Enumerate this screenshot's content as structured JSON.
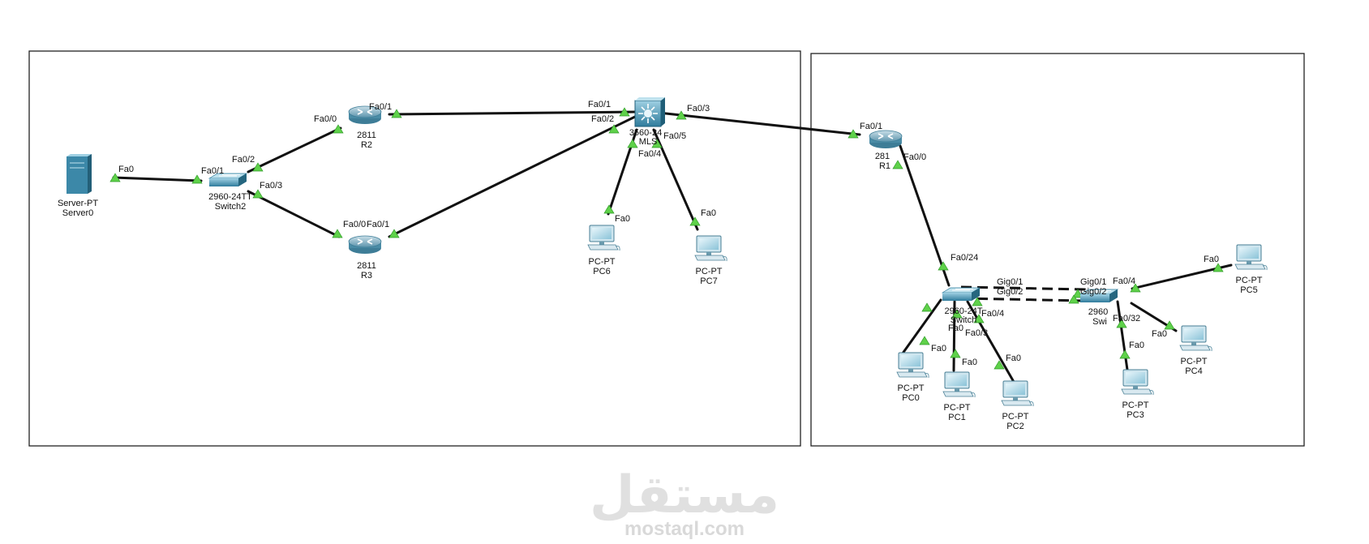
{
  "areas": [
    {
      "id": "left-network"
    },
    {
      "id": "right-network"
    }
  ],
  "devices": {
    "server0": {
      "model": "Server-PT",
      "name": "Server0",
      "icon": "server-icon"
    },
    "switch2": {
      "model": "2960-24TT",
      "name": "Switch2",
      "icon": "switch-icon"
    },
    "r2": {
      "model": "2811",
      "name": "R2",
      "icon": "router-icon"
    },
    "r3": {
      "model": "2811",
      "name": "R3",
      "icon": "router-icon"
    },
    "mls": {
      "model": "3560-24",
      "name": "MLS",
      "icon": "multilayer-switch-icon"
    },
    "pc6": {
      "model": "PC-PT",
      "name": "PC6",
      "icon": "pc-icon"
    },
    "pc7": {
      "model": "PC-PT",
      "name": "PC7",
      "icon": "pc-icon"
    },
    "r1": {
      "model": "281",
      "name": "R1",
      "icon": "router-icon"
    },
    "sw_left": {
      "model": "2960-24T",
      "name": "Switch",
      "icon": "switch-icon"
    },
    "sw_right": {
      "model": "2960",
      "name": "Swi",
      "icon": "switch-icon"
    },
    "pc0": {
      "model": "PC-PT",
      "name": "PC0",
      "icon": "pc-icon"
    },
    "pc1": {
      "model": "PC-PT",
      "name": "PC1",
      "icon": "pc-icon"
    },
    "pc2": {
      "model": "PC-PT",
      "name": "PC2",
      "icon": "pc-icon"
    },
    "pc3": {
      "model": "PC-PT",
      "name": "PC3",
      "icon": "pc-icon"
    },
    "pc4": {
      "model": "PC-PT",
      "name": "PC4",
      "icon": "pc-icon"
    },
    "pc5": {
      "model": "PC-PT",
      "name": "PC5",
      "icon": "pc-icon"
    }
  },
  "ports": {
    "server0_fa0": "Fa0",
    "switch2_fa01": "Fa0/1",
    "switch2_fa02": "Fa0/2",
    "switch2_fa03": "Fa0/3",
    "r2_fa00": "Fa0/0",
    "r2_fa01": "Fa0/1",
    "r3_fa00": "Fa0/0",
    "r3_fa01": "Fa0/1",
    "mls_fa01": "Fa0/1",
    "mls_fa02": "Fa0/2",
    "mls_fa03": "Fa0/3",
    "mls_fa04": "Fa0/4",
    "mls_fa05": "Fa0/5",
    "pc6_fa0": "Fa0",
    "pc7_fa0": "Fa0",
    "r1_fa01": "Fa0/1",
    "r1_fa00": "Fa0/0",
    "swl_fa024": "Fa0/24",
    "swl_gig01": "Gig0/1",
    "swl_gig02": "Gig0/2",
    "swl_fa04": "Fa0/4",
    "swl_fa0x": "Fa0",
    "swl_fa03": "Fa0/3",
    "swr_gig01": "Gig0/1",
    "swr_gig02": "Gig0/2",
    "swr_fa04": "Fa0/4",
    "swr_fa03": "Fa0/3",
    "swr_fa02": "2",
    "pc0_fa0": "Fa0",
    "pc1_fa0": "Fa0",
    "pc2_fa0": "Fa0",
    "pc3_fa0": "Fa0",
    "pc4_fa0": "Fa0",
    "pc5_fa0": "Fa0"
  },
  "watermark": {
    "arabic": "مستقل",
    "latin": "mostaql.com"
  },
  "colors": {
    "link": "#111111",
    "port_up": "#5fd14a",
    "device": "#3f8fb0"
  }
}
